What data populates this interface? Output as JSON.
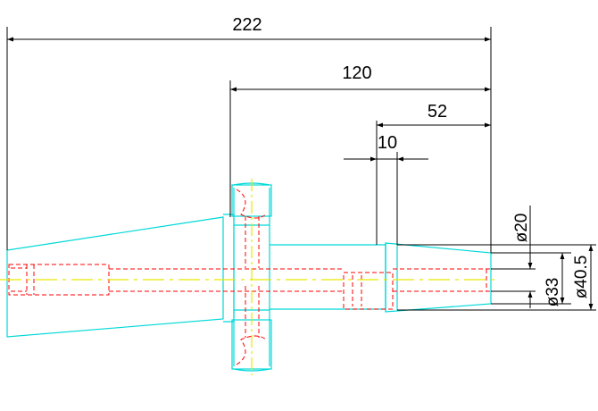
{
  "dimensions": {
    "overall_length": "222",
    "shank_length": "120",
    "collet_depth": "52",
    "collet_width": "10",
    "bore_diameter": "ø20",
    "nose_inner_diameter": "ø33",
    "nose_outer_diameter": "ø40.5"
  },
  "colors": {
    "outline": "#00d8d8",
    "hidden": "#ff0000",
    "centerline": "#e8e800",
    "dimension": "#000000",
    "background": "#ffffff"
  }
}
